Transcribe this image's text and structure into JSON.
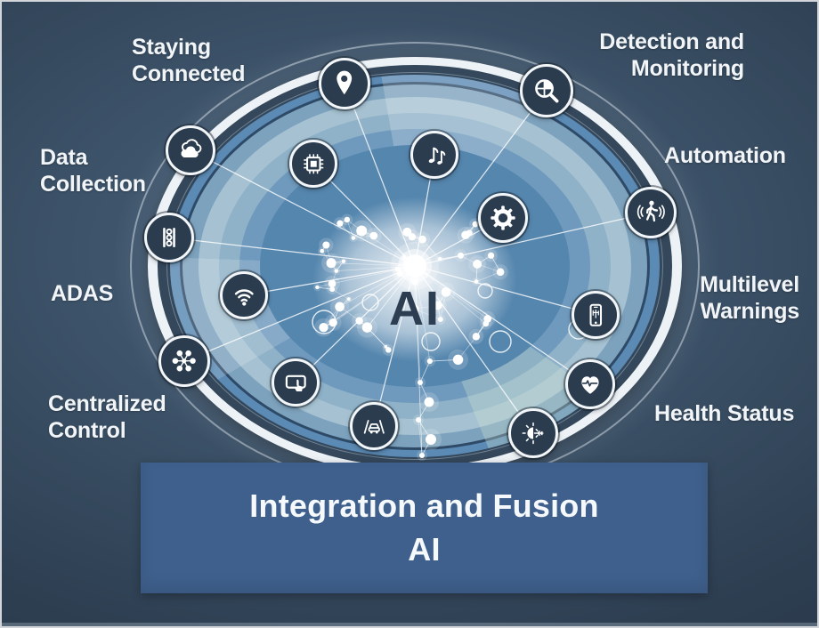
{
  "colors": {
    "background": "#33465c",
    "background_edge": "#263544",
    "banner": "#3f608d",
    "badge_fill": "#2b3c4f",
    "ring_white": "#edf2f6",
    "ring_gap_dark": "#34475b",
    "band_medium": "#5b8ab4",
    "band_gray_blue": "#7da2bd",
    "band_pale": "#a6c2d2",
    "disc_interior": "#5586ae",
    "ai_text_color": "#2d3e52",
    "label_color": "#f2f5f8"
  },
  "center": {
    "ai_label": "AI"
  },
  "banner": {
    "line1": "Integration and Fusion",
    "line2": "AI"
  },
  "labels": {
    "staying_connected": {
      "line1": "Staying",
      "line2": "Connected"
    },
    "detection_monitoring": {
      "line1": "Detection and",
      "line2": "Monitoring"
    },
    "data_collection": {
      "line1": "Data",
      "line2": "Collection"
    },
    "automation": {
      "line1": "Automation"
    },
    "adas": {
      "line1": "ADAS"
    },
    "multilevel_warnings": {
      "line1": "Multilevel",
      "line2": "Warnings"
    },
    "centralized_control": {
      "line1": "Centralized",
      "line2": "Control"
    },
    "health_status": {
      "line1": "Health Status"
    }
  },
  "icons": [
    "location-pin-icon",
    "search-analysis-icon",
    "cloud-icon",
    "sensor-column-icon",
    "hub-network-icon",
    "pedestrian-detection-icon",
    "chip-icon",
    "music-notes-icon",
    "gear-icon",
    "wifi-icon",
    "smartphone-diagnostics-icon",
    "touchscreen-icon",
    "heart-health-icon",
    "lane-assist-car-icon",
    "climate-control-icon"
  ]
}
